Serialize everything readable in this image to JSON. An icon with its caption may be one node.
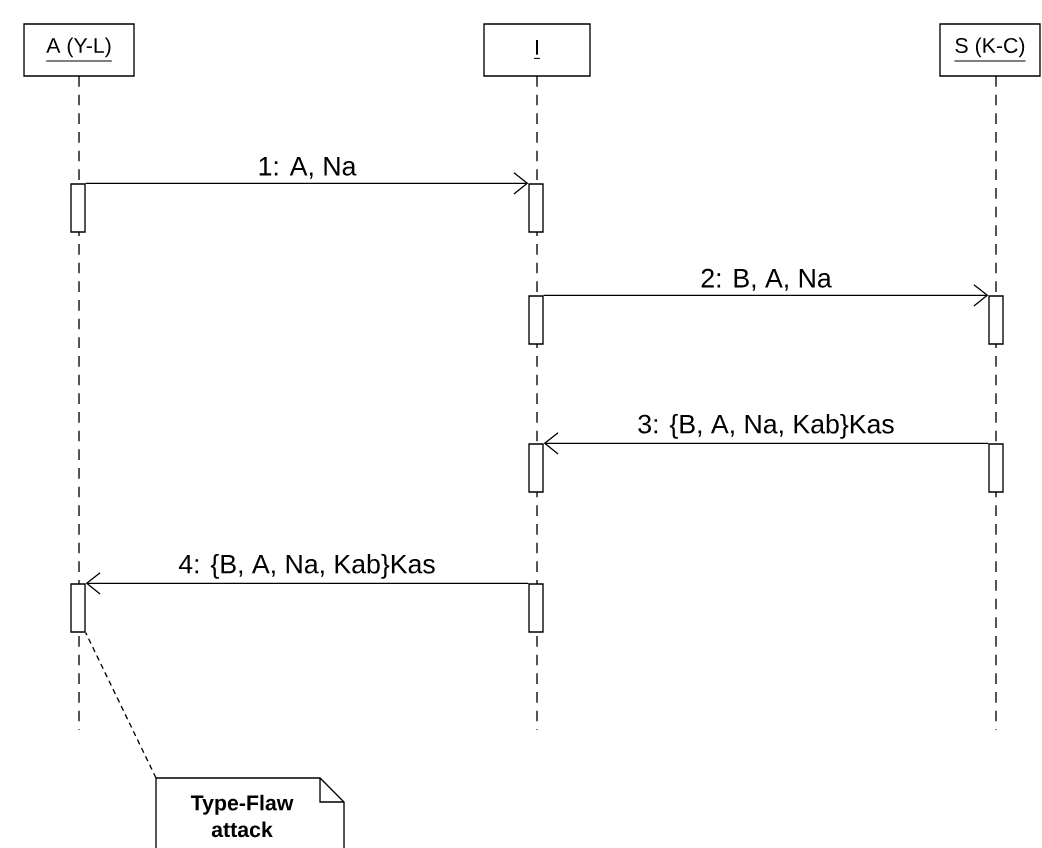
{
  "diagram": {
    "nodes": [
      {
        "text": [
          "A (Y-L)"
        ]
      },
      {
        "text": [
          "I"
        ]
      },
      {
        "text": [
          "S (K-C)"
        ]
      },
      {
        "text": [],
        "shape": "bar"
      },
      {
        "text": [],
        "shape": "bar"
      },
      {
        "text": [],
        "shape": "bar"
      },
      {
        "text": [],
        "shape": "bar"
      },
      {
        "text": [],
        "shape": "bar"
      },
      {
        "text": [],
        "shape": "bar"
      },
      {
        "text": [],
        "shape": "bar"
      },
      {
        "text": [],
        "shape": "bar"
      },
      {
        "text": [
          "Type-Flaw attack"
        ]
      }
    ],
    "edges": [
      {
        "from": 3,
        "to": 4,
        "arrow": "to",
        "label": "1: A, Na"
      },
      {
        "from": 5,
        "to": 6,
        "arrow": "to",
        "label": "2: B, A, Na"
      },
      {
        "from": 8,
        "to": 7,
        "arrow": "to",
        "label": "3: {B, A, Na, Kab}Kas"
      },
      {
        "from": 10,
        "to": 9,
        "arrow": "to",
        "label": "4: {B, A, Na, Kab}Kas"
      },
      {
        "from": 11,
        "to": 9,
        "arrow": "none",
        "style": "dashed"
      }
    ]
  }
}
